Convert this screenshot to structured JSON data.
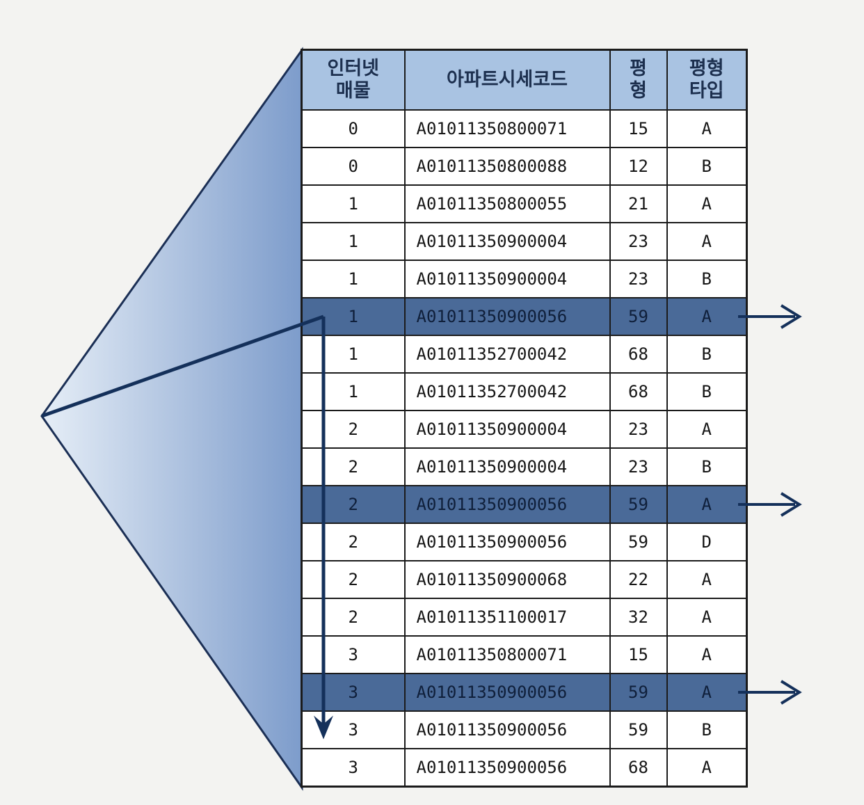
{
  "table": {
    "headers": [
      {
        "line1": "인터넷",
        "line2": "매물"
      },
      {
        "line1": "아파트시세코드",
        "line2": ""
      },
      {
        "line1": "평",
        "line2": "형"
      },
      {
        "line1": "평형",
        "line2": "타입"
      }
    ],
    "rows": [
      {
        "net": "0",
        "code": "A01011350800071",
        "size": "15",
        "type": "A",
        "highlight": false
      },
      {
        "net": "0",
        "code": "A01011350800088",
        "size": "12",
        "type": "B",
        "highlight": false
      },
      {
        "net": "1",
        "code": "A01011350800055",
        "size": "21",
        "type": "A",
        "highlight": false
      },
      {
        "net": "1",
        "code": "A01011350900004",
        "size": "23",
        "type": "A",
        "highlight": false
      },
      {
        "net": "1",
        "code": "A01011350900004",
        "size": "23",
        "type": "B",
        "highlight": false
      },
      {
        "net": "1",
        "code": "A01011350900056",
        "size": "59",
        "type": "A",
        "highlight": true
      },
      {
        "net": "1",
        "code": "A01011352700042",
        "size": "68",
        "type": "B",
        "highlight": false
      },
      {
        "net": "1",
        "code": "A01011352700042",
        "size": "68",
        "type": "B",
        "highlight": false
      },
      {
        "net": "2",
        "code": "A01011350900004",
        "size": "23",
        "type": "A",
        "highlight": false
      },
      {
        "net": "2",
        "code": "A01011350900004",
        "size": "23",
        "type": "B",
        "highlight": false
      },
      {
        "net": "2",
        "code": "A01011350900056",
        "size": "59",
        "type": "A",
        "highlight": true
      },
      {
        "net": "2",
        "code": "A01011350900056",
        "size": "59",
        "type": "D",
        "highlight": false
      },
      {
        "net": "2",
        "code": "A01011350900068",
        "size": "22",
        "type": "A",
        "highlight": false
      },
      {
        "net": "2",
        "code": "A01011351100017",
        "size": "32",
        "type": "A",
        "highlight": false
      },
      {
        "net": "3",
        "code": "A01011350800071",
        "size": "15",
        "type": "A",
        "highlight": false
      },
      {
        "net": "3",
        "code": "A01011350900056",
        "size": "59",
        "type": "A",
        "highlight": true
      },
      {
        "net": "3",
        "code": "A01011350900056",
        "size": "59",
        "type": "B",
        "highlight": false
      },
      {
        "net": "3",
        "code": "A01011350900056",
        "size": "68",
        "type": "A",
        "highlight": false
      }
    ]
  },
  "colors": {
    "header_bg": "#a9c3e2",
    "highlight_row": "#4a6a98",
    "arrow": "#14305a",
    "wedge_light": "#dfe9f5",
    "wedge_dark": "#7d9ccb"
  }
}
